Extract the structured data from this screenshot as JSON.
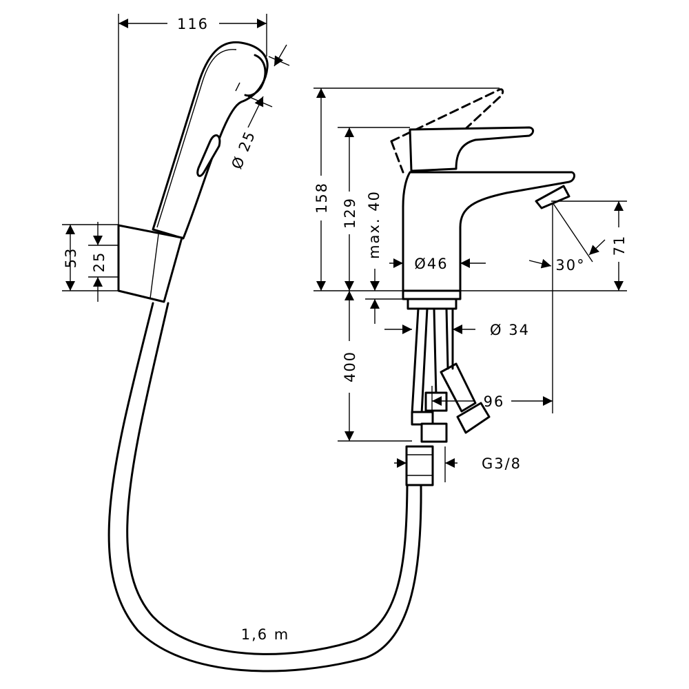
{
  "drawing": {
    "dimensions": {
      "handshower_width": "116",
      "nozzle_diameter": "Ø 25",
      "holder_height": "53",
      "holder_offset": "25",
      "total_height": "158",
      "spout_height": "129",
      "max_lever_clearance": "max. 40",
      "body_diameter": "Ø46",
      "spout_angle": "30°",
      "spout_outlet_height": "71",
      "hose_length_supply": "400",
      "shank_diameter": "Ø 34",
      "spout_reach": "96",
      "thread_size": "G3/8",
      "hose_length": "1,6 m"
    }
  }
}
